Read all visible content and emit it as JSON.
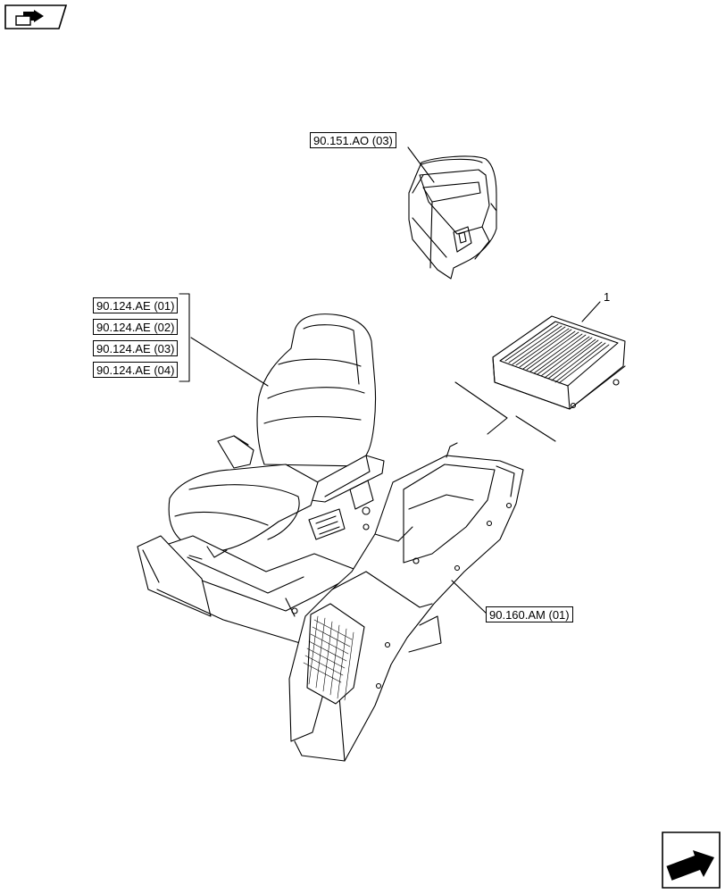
{
  "refs": {
    "top": "90.151.AO (03)",
    "seat": [
      "90.124.AE (01)",
      "90.124.AE (02)",
      "90.124.AE (03)",
      "90.124.AE (04)"
    ],
    "floor": "90.160.AM (01)"
  },
  "item": "1",
  "icons": {
    "top_left": "folder-back-icon",
    "bottom_right": "next-page-arrow-icon"
  },
  "colors": {
    "line": "#000000",
    "background": "#ffffff"
  }
}
